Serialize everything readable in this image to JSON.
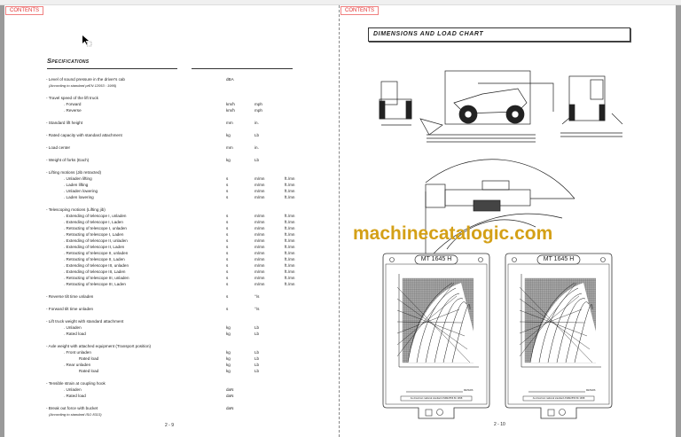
{
  "contents_label": "CONTENTS",
  "left_page": {
    "title": "Specifications",
    "page_number": "2 - 9",
    "rows": [
      {
        "text": "- Level of sound pressure in the driver's cab",
        "u1": "dBA"
      },
      {
        "text": "(According to standard prEN 12053 : 1995)",
        "note": true
      },
      {
        "gap": true
      },
      {
        "text": "- Travel speed of the lift truck"
      },
      {
        "text": ". Forward",
        "indent": 1,
        "u1": "km/h",
        "u2": "mph"
      },
      {
        "text": ". Reverse",
        "indent": 1,
        "u1": "km/h",
        "u2": "mph"
      },
      {
        "gap": true
      },
      {
        "text": "- Standard lift height",
        "u1": "mm",
        "u2": "in."
      },
      {
        "gap": true
      },
      {
        "text": "- Rated capacity with standard attachment",
        "u1": "kg",
        "u2": "Lb"
      },
      {
        "gap": true
      },
      {
        "text": "- Load center",
        "u1": "mm",
        "u2": "in."
      },
      {
        "gap": true
      },
      {
        "text": "- Weight of forks (Each)",
        "u1": "kg",
        "u2": "Lb"
      },
      {
        "gap": true
      },
      {
        "text": "- Lifting motions (Jib retracted)"
      },
      {
        "text": ". Unladen lifting",
        "indent": 1,
        "u1": "s",
        "u2": "m/mn",
        "u3": "ft./mn"
      },
      {
        "text": ". Laden lifting",
        "indent": 1,
        "u1": "s",
        "u2": "m/mn",
        "u3": "ft./mn"
      },
      {
        "text": ". Unladen lowering",
        "indent": 1,
        "u1": "s",
        "u2": "m/mn",
        "u3": "ft./mn"
      },
      {
        "text": ". Laden lowering",
        "indent": 1,
        "u1": "s",
        "u2": "m/mn",
        "u3": "ft./mn"
      },
      {
        "gap": true
      },
      {
        "text": "- Telescoping motions (Lifting jib)"
      },
      {
        "text": ". Extending of telescope I, unladen",
        "indent": 1,
        "u1": "s",
        "u2": "m/mn",
        "u3": "ft./mn"
      },
      {
        "text": ". Extending of telescope I, Laden",
        "indent": 1,
        "u1": "s",
        "u2": "m/mn",
        "u3": "ft./mn"
      },
      {
        "text": ". Retracting of telescope I, unladen",
        "indent": 1,
        "u1": "s",
        "u2": "m/mn",
        "u3": "ft./mn"
      },
      {
        "text": ". Retracting of telescope I, Laden",
        "indent": 1,
        "u1": "s",
        "u2": "m/mn",
        "u3": "ft./mn"
      },
      {
        "text": ". Extending of telescope II, unladen",
        "indent": 1,
        "u1": "s",
        "u2": "m/mn",
        "u3": "ft./mn"
      },
      {
        "text": ". Extending of telescope II, Laden",
        "indent": 1,
        "u1": "s",
        "u2": "m/mn",
        "u3": "ft./mn"
      },
      {
        "text": ". Retracting of telescope II, unladen",
        "indent": 1,
        "u1": "s",
        "u2": "m/mn",
        "u3": "ft./mn"
      },
      {
        "text": ". Retracting of telescope II, Laden",
        "indent": 1,
        "u1": "s",
        "u2": "m/mn",
        "u3": "ft./mn"
      },
      {
        "text": ". Extending of telescope III, unladen",
        "indent": 1,
        "u1": "s",
        "u2": "m/mn",
        "u3": "ft./mn"
      },
      {
        "text": ". Extending of telescope III, Laden",
        "indent": 1,
        "u1": "s",
        "u2": "m/mn",
        "u3": "ft./mn"
      },
      {
        "text": ". Retracting of telescope III, unladen",
        "indent": 1,
        "u1": "s",
        "u2": "m/mn",
        "u3": "ft./mn"
      },
      {
        "text": ". Retracting of telescope III, Laden",
        "indent": 1,
        "u1": "s",
        "u2": "m/mn",
        "u3": "ft./mn"
      },
      {
        "gap": true
      },
      {
        "text": "- Reverse tilt time unladen",
        "u1": "s",
        "u2": "°/s"
      },
      {
        "gap": true
      },
      {
        "text": "- Forward tilt time unladen",
        "u1": "s",
        "u2": "°/s"
      },
      {
        "gap": true
      },
      {
        "text": "- Lift truck weight with standard attachment"
      },
      {
        "text": ". Unladen",
        "indent": 1,
        "u1": "kg",
        "u2": "Lb"
      },
      {
        "text": ". Rated load",
        "indent": 1,
        "u1": "kg",
        "u2": "Lb"
      },
      {
        "gap": true
      },
      {
        "text": "- Axle weight with attached equipment (Transport position)"
      },
      {
        "text": ". Front unladen",
        "indent": 1,
        "u1": "kg",
        "u2": "Lb"
      },
      {
        "text": "Rated load",
        "indent": 2,
        "u1": "kg",
        "u2": "Lb"
      },
      {
        "text": ". Rear unladen",
        "indent": 1,
        "u1": "kg",
        "u2": "Lb"
      },
      {
        "text": "Rated load",
        "indent": 2,
        "u1": "kg",
        "u2": "Lb"
      },
      {
        "gap": true
      },
      {
        "text": "- Tensible strain at coupling hook"
      },
      {
        "text": ". Unladen",
        "indent": 1,
        "u1": "daN"
      },
      {
        "text": ". Rated load",
        "indent": 1,
        "u1": "daN"
      },
      {
        "gap": true
      },
      {
        "text": "- Break out force with bucket",
        "u1": "daN"
      },
      {
        "text": "(According to standard ISO 8313)",
        "note": true
      }
    ]
  },
  "right_page": {
    "title": "DIMENSIONS AND LOAD CHART",
    "page_number": "2 - 10",
    "load_charts": [
      {
        "model": "MT 1645 H",
        "footer": "As American national standard ASME B56.6b 1998",
        "axis_unit": "METERS"
      },
      {
        "model": "MT 1645 H",
        "footer": "As American national standard ASME B56.6b 1998",
        "axis_unit": "METERS"
      }
    ]
  },
  "watermark": "machinecatalogic.com"
}
